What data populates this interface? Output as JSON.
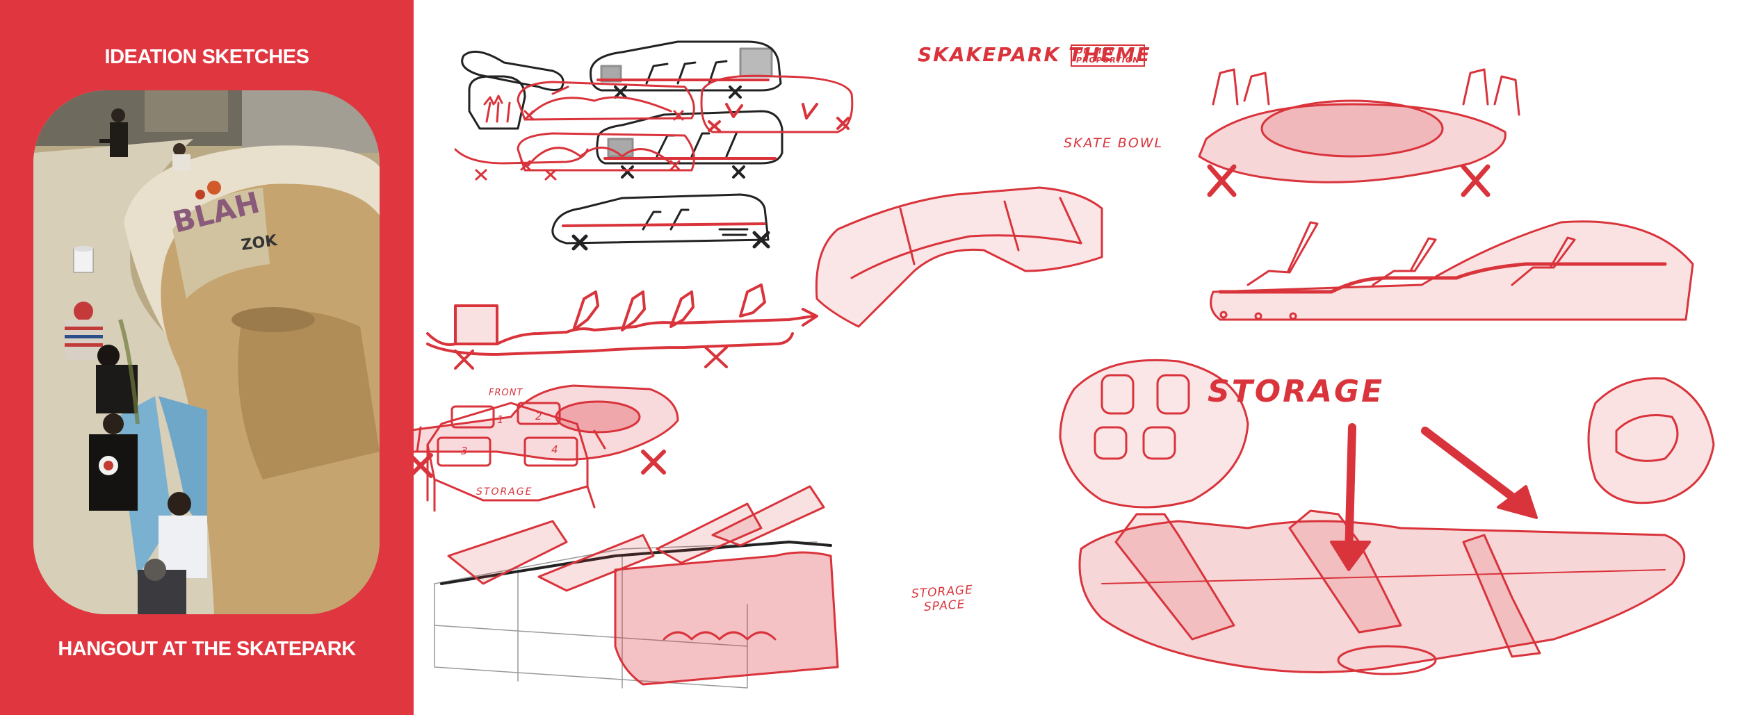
{
  "panel": {
    "title": "IDEATION SKETCHES",
    "caption": "HANGOUT AT THE SKATEPARK",
    "background_color": "#e0363f"
  },
  "sketches": {
    "theme_title": "SKAKEPARK THEME",
    "theme_note_line1": "ON MPV",
    "theme_note_line2": "PROPORTION",
    "skate_bowl": "SKATE BOWL",
    "storage_big": "STORAGE",
    "front": "FRONT",
    "storage_small": "STORAGE",
    "storage_space_line1": "STORAGE",
    "storage_space_line2": "SPACE",
    "seat_numbers": [
      "1",
      "2",
      "3",
      "4"
    ],
    "ink_color": "#d9333b"
  }
}
